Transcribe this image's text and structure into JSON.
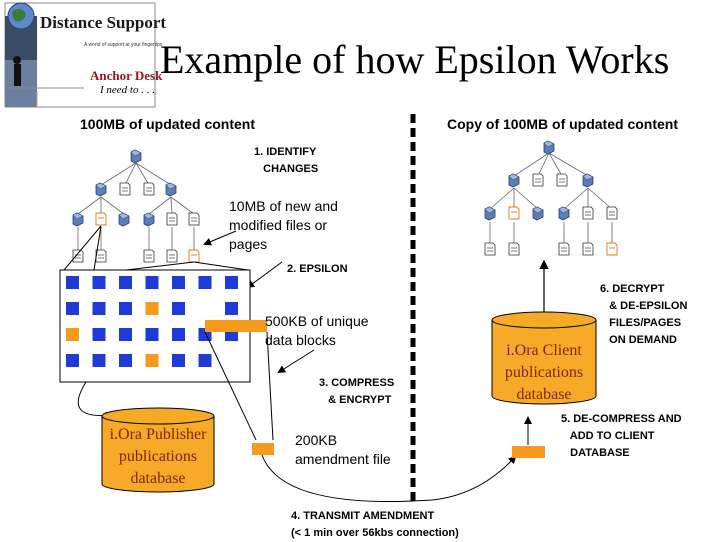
{
  "logo": {
    "title": "Distance Support",
    "subtitle": "A world of support at your fingertips",
    "anchor": "Anchor Desk",
    "tagline": "I need to . . ."
  },
  "slide": {
    "title": "Example of how Epsilon Works"
  },
  "left_header": "100MB of updated content",
  "right_header": "Copy of 100MB of updated content",
  "steps": {
    "identify": "1. IDENTIFY\n   CHANGES",
    "epsilon": "2. EPSILON",
    "compress": "3. COMPRESS\n   & ENCRYPT",
    "transmit": "4. TRANSMIT AMENDMENT",
    "transmit_detail": "(< 1 min over 56kbs connection)",
    "decompress": "5. DE-COMPRESS AND\n   ADD TO CLIENT\n   DATABASE",
    "decrypt": "6. DECRYPT\n   & DE-EPSILON\n   FILES/PAGES\n   ON DEMAND"
  },
  "labels": {
    "new_files": "10MB of new and\nmodified files or\npages",
    "unique_blocks": "500KB of unique\ndata blocks",
    "amendment": "200KB\namendment file"
  },
  "databases": {
    "publisher": "i.Ora Publisher\npublications\ndatabase",
    "client": "i.Ora Client\npublications\ndatabase"
  },
  "colors": {
    "block_blue": "#1f3bd6",
    "block_orange": "#f59a1a",
    "db_fill": "#f7a928",
    "folder_blue": "#5a7fb8"
  }
}
